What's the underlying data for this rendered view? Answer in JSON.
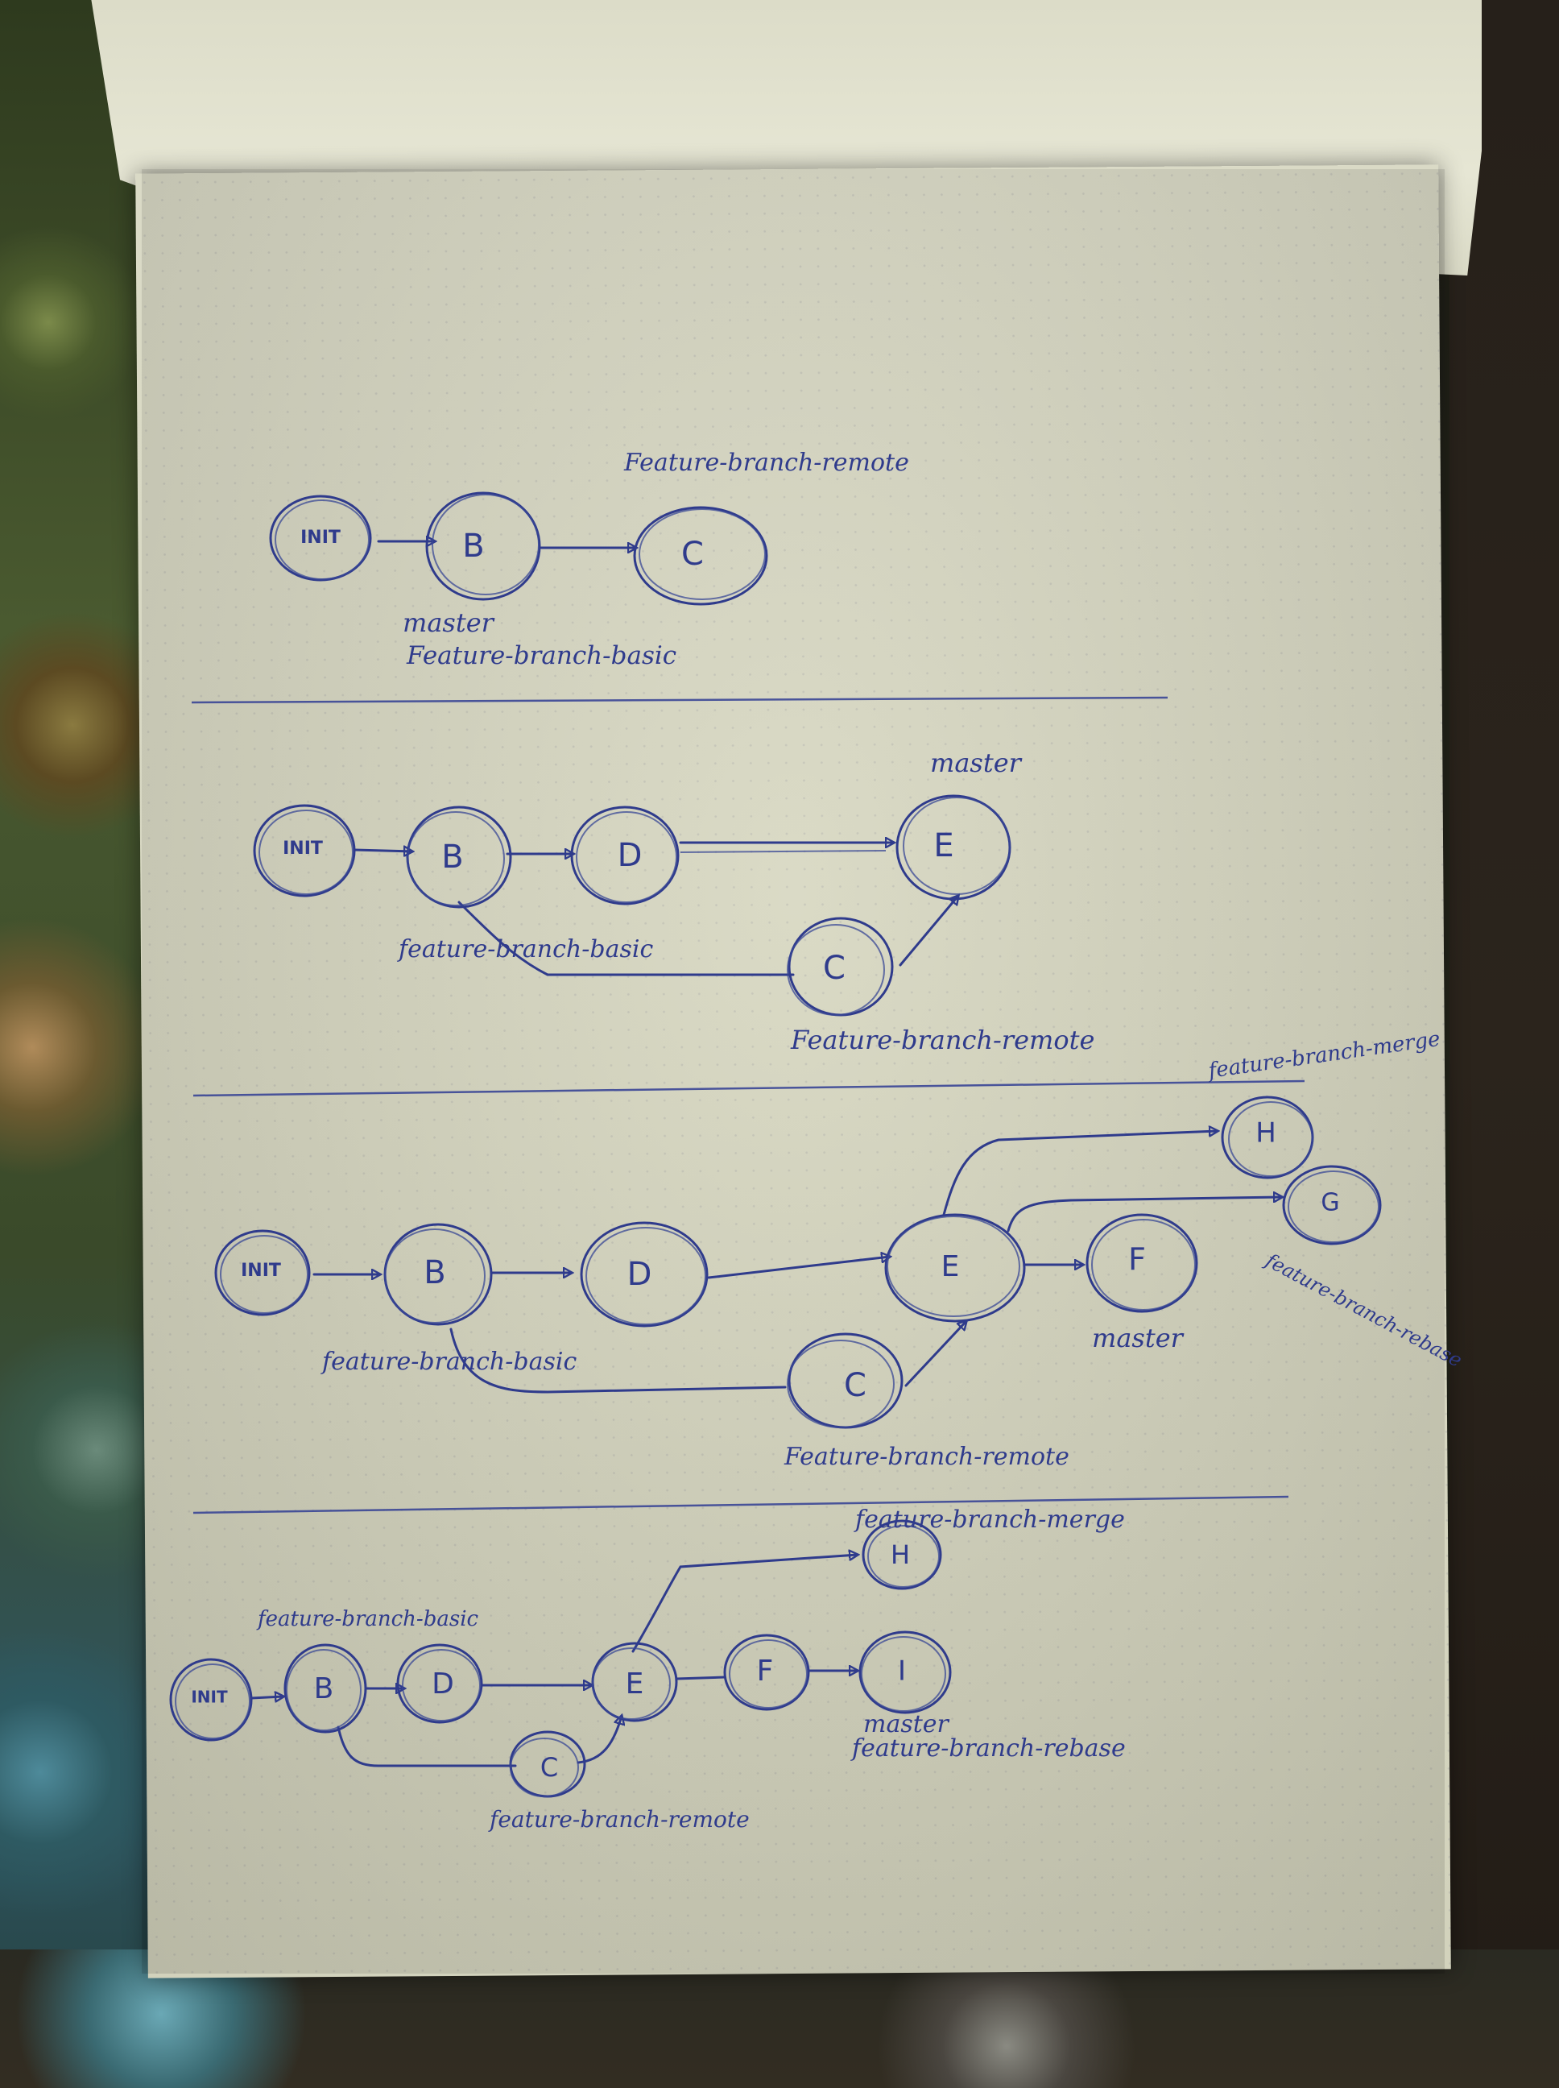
{
  "diagrams": [
    {
      "nodes": [
        "INIT",
        "B",
        "C"
      ],
      "labels": [
        "Feature-branch-remote",
        "master",
        "Feature-branch-basic"
      ]
    },
    {
      "nodes": [
        "INIT",
        "B",
        "D",
        "E",
        "C"
      ],
      "labels": [
        "master",
        "feature-branch-basic",
        "Feature-branch-remote"
      ]
    },
    {
      "nodes": [
        "INIT",
        "B",
        "D",
        "E",
        "F",
        "H",
        "G",
        "C"
      ],
      "labels": [
        "feature-branch-merge",
        "feature-branch-rebase",
        "feature-branch-basic",
        "master",
        "Feature-branch-remote"
      ]
    },
    {
      "nodes": [
        "INIT",
        "B",
        "D",
        "E",
        "F",
        "I",
        "H",
        "C"
      ],
      "labels": [
        "feature-branch-merge",
        "feature-branch-basic",
        "master",
        "feature-branch-rebase",
        "feature-branch-remote"
      ]
    }
  ]
}
